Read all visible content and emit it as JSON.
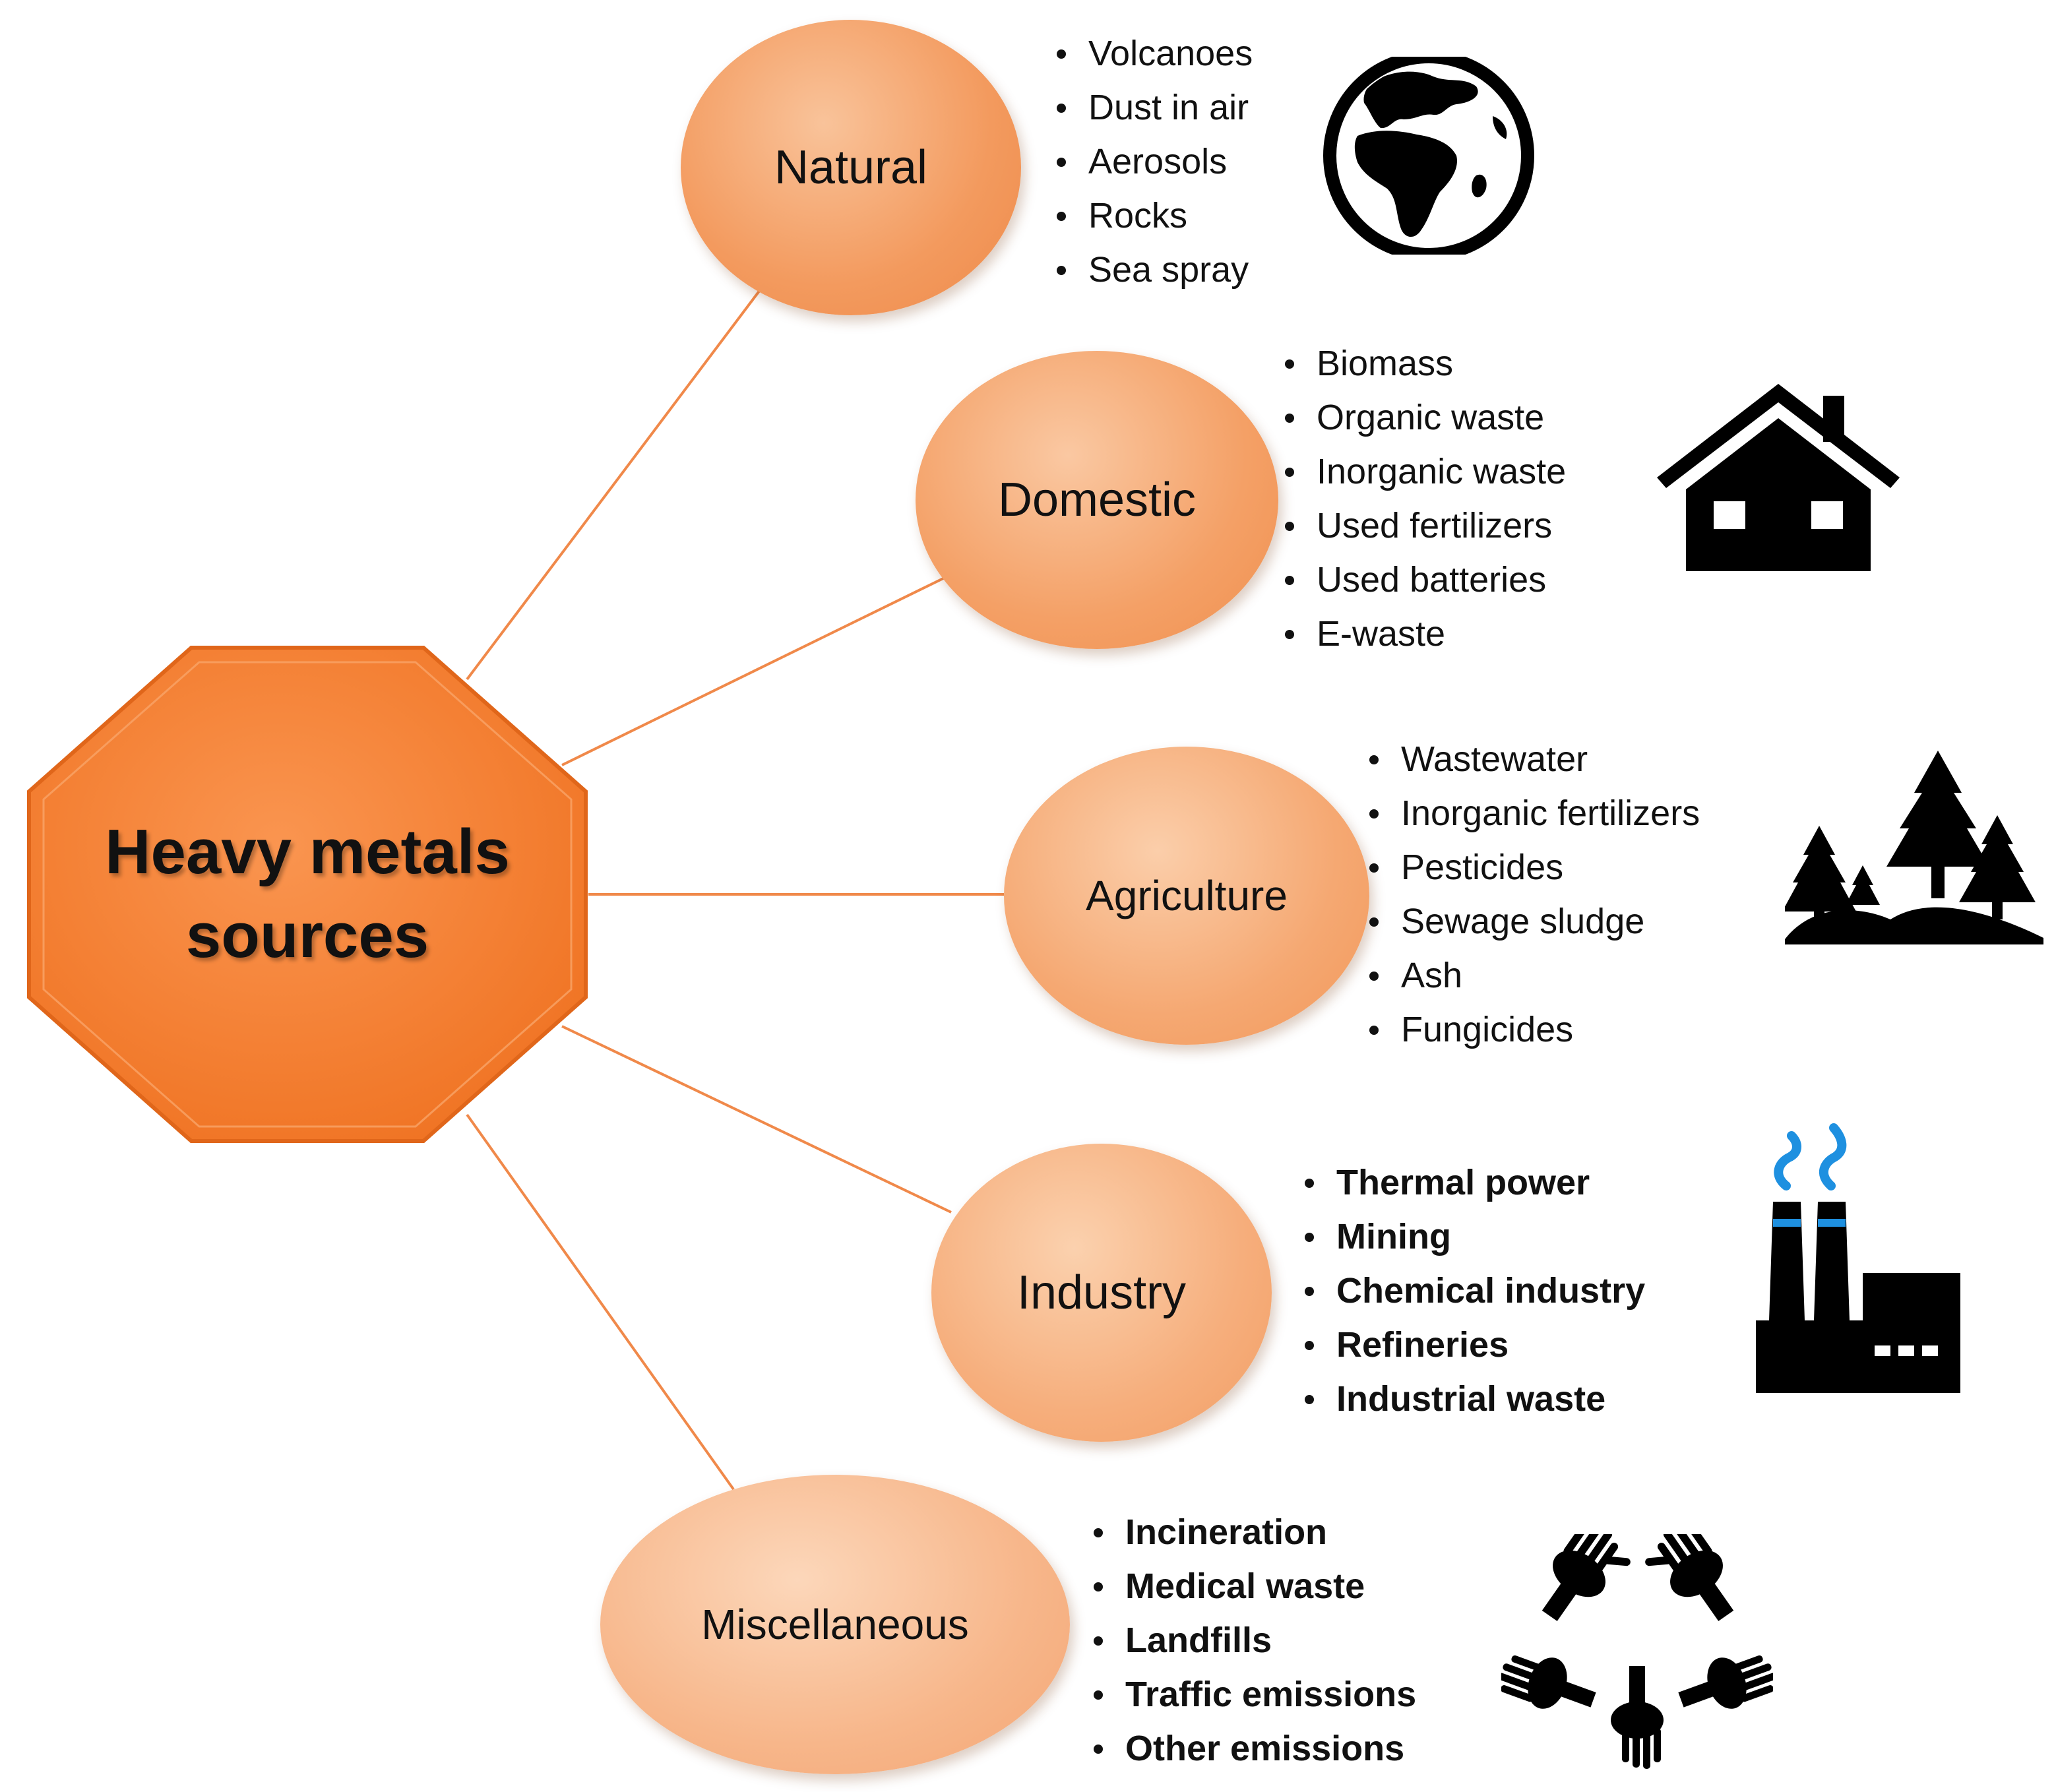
{
  "hub": {
    "label_line1": "Heavy metals",
    "label_line2": "sources"
  },
  "categories": [
    {
      "label": "Natural",
      "icon": "globe-icon",
      "items": [
        "Volcanoes",
        "Dust in air",
        "Aerosols",
        "Rocks",
        "Sea spray"
      ]
    },
    {
      "label": "Domestic",
      "icon": "house-icon",
      "items": [
        "Biomass",
        "Organic waste",
        "Inorganic waste",
        "Used fertilizers",
        "Used batteries",
        "E-waste"
      ]
    },
    {
      "label": "Agriculture",
      "icon": "forest-icon",
      "items": [
        "Wastewater",
        "Inorganic fertilizers",
        "Pesticides",
        "Sewage sludge",
        "Ash",
        "Fungicides"
      ]
    },
    {
      "label": "Industry",
      "icon": "factory-icon",
      "items": [
        "Thermal power",
        "Mining",
        "Chemical industry",
        "Refineries",
        "Industrial waste"
      ]
    },
    {
      "label": "Miscellaneous",
      "icon": "hands-circle-icon",
      "items": [
        "Incineration",
        "Medical waste",
        "Landfills",
        "Traffic emissions",
        "Other emissions"
      ]
    }
  ],
  "colors": {
    "hub_fill": "#F37E2E",
    "hub_edge": "#E0661A",
    "node_fill_light": "#F8B98A",
    "node_fill_dark": "#F0894A",
    "connector": "#F0894A",
    "smoke": "#1E90E0",
    "icon": "#000000"
  }
}
